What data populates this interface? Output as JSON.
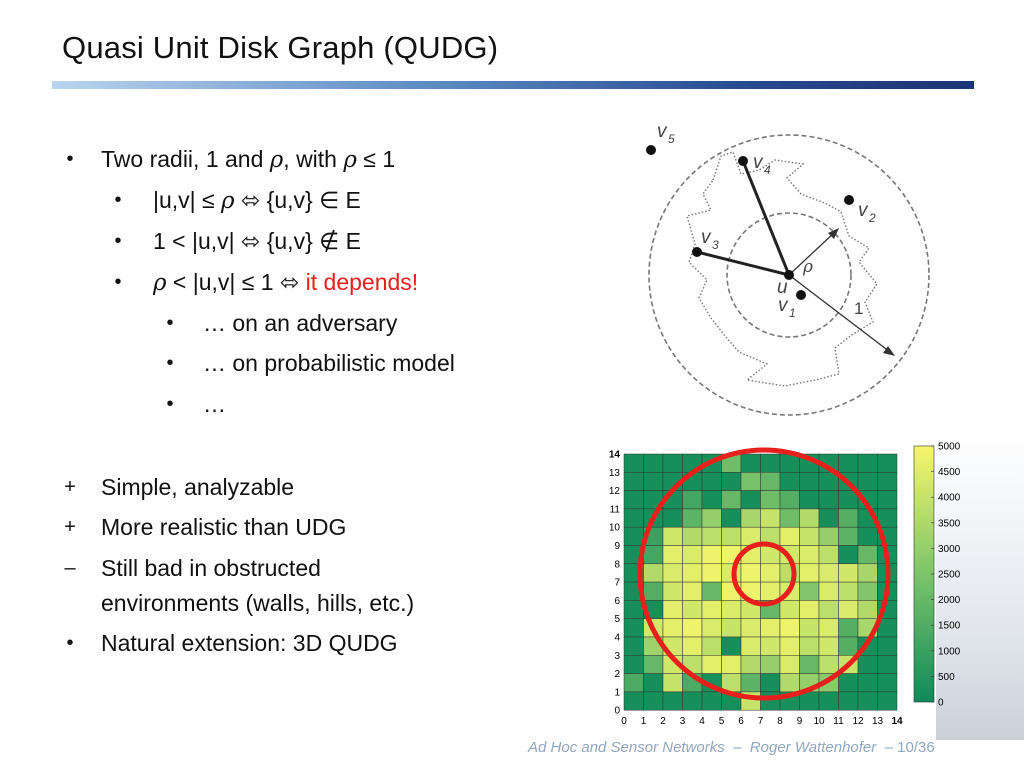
{
  "slide": {
    "title": "Quasi Unit Disk Graph (QUDG)",
    "bullets": {
      "b1": {
        "marker": "•",
        "pre": "Two radii, 1 and ",
        "rho": "ρ",
        "mid": ", with ",
        "rho2": "ρ",
        "leq": " ≤ ",
        "post": "1"
      },
      "b1a": {
        "marker": "•",
        "pre": "|u,v| ",
        "leq": "≤",
        "sp": " ",
        "rho": "ρ",
        "arrow": " ⬄ ",
        "post1": "{u,v} ",
        "in": "∈",
        "post2": " E"
      },
      "b1b": {
        "marker": "•",
        "pre": "1 < |u,v| ",
        "arrow": "⬄",
        "post1": " {u,v} ",
        "notin": "∉",
        "post2": " E"
      },
      "b1c": {
        "marker": "•",
        "rho": "ρ",
        "pre": " < |u,v| ",
        "leq": "≤",
        "post": " 1 ",
        "arrow": "⬄",
        "depends": " it depends!"
      },
      "b1c1": {
        "marker": "•",
        "text": "… on an adversary"
      },
      "b1c2": {
        "marker": "•",
        "text": "… on probabilistic model"
      },
      "b1c3": {
        "marker": "•",
        "text": "…"
      },
      "p1": {
        "marker": "+",
        "text": "Simple, analyzable"
      },
      "p2": {
        "marker": "+",
        "text": "More realistic than UDG"
      },
      "m1": {
        "marker": "–",
        "text": "Still bad in obstructed",
        "text2": "environments (walls, hills, etc.)"
      },
      "b2": {
        "marker": "•",
        "text": "Natural extension: 3D QUDG"
      }
    },
    "footer": {
      "course": "Ad Hoc and Sensor Networks",
      "sep1": "–",
      "author": "Roger Wattenhofer",
      "sep2": "–",
      "page": "10/36"
    }
  },
  "diagram": {
    "nodes": {
      "v5": "v",
      "v5sub": "5",
      "v4": "v",
      "v4sub": "4",
      "v2": "v",
      "v2sub": "2",
      "v3": "v",
      "v3sub": "3",
      "u": "u",
      "v1": "v",
      "v1sub": "1",
      "rho": "ρ",
      "one": "1"
    }
  },
  "chart_data": {
    "type": "heatmap",
    "x_ticks": [
      "0",
      "1",
      "2",
      "3",
      "4",
      "5",
      "6",
      "7",
      "8",
      "9",
      "10",
      "11",
      "12",
      "13",
      "14"
    ],
    "y_ticks": [
      "0",
      "1",
      "2",
      "3",
      "4",
      "5",
      "6",
      "7",
      "8",
      "9",
      "10",
      "11",
      "12",
      "13",
      "14"
    ],
    "colorbar_ticks": [
      "0",
      "500",
      "1000",
      "1500",
      "2000",
      "2500",
      "3000",
      "3500",
      "4000",
      "4500",
      "5000"
    ],
    "zlim": [
      0,
      5000
    ],
    "color_low": "#0e8a5a",
    "color_high": "#f7f76a",
    "circle_color": "#e8201d",
    "grid_rows_top_to_bottom": [
      [
        200,
        200,
        200,
        200,
        200,
        2200,
        200,
        200,
        200,
        200,
        200,
        200,
        200,
        200
      ],
      [
        200,
        200,
        200,
        200,
        200,
        200,
        2400,
        2000,
        200,
        200,
        200,
        200,
        200,
        200
      ],
      [
        200,
        200,
        200,
        1200,
        200,
        2000,
        200,
        2200,
        1600,
        200,
        200,
        200,
        200,
        200
      ],
      [
        200,
        200,
        200,
        1800,
        3000,
        200,
        3400,
        4000,
        2200,
        3600,
        200,
        1600,
        200,
        200
      ],
      [
        200,
        1000,
        4200,
        3600,
        3800,
        3800,
        4400,
        3800,
        4600,
        4000,
        3000,
        1800,
        200,
        200
      ],
      [
        200,
        1200,
        4600,
        4400,
        4800,
        4800,
        4600,
        4200,
        4200,
        4400,
        3800,
        200,
        2000,
        200
      ],
      [
        200,
        3600,
        4400,
        4600,
        4800,
        4400,
        4800,
        4600,
        3800,
        4600,
        4400,
        4200,
        3400,
        200
      ],
      [
        200,
        1600,
        4200,
        4600,
        2000,
        4800,
        4800,
        4600,
        4400,
        2600,
        4400,
        3800,
        2600,
        200
      ],
      [
        200,
        200,
        4600,
        4200,
        4600,
        4400,
        4200,
        2000,
        4200,
        4600,
        3800,
        4400,
        3600,
        200
      ],
      [
        200,
        4200,
        4600,
        4800,
        4400,
        4000,
        4400,
        4600,
        4800,
        4000,
        4400,
        1600,
        3400,
        200
      ],
      [
        200,
        3200,
        4200,
        4600,
        3800,
        200,
        4400,
        4200,
        4600,
        3800,
        4200,
        1600,
        200,
        200
      ],
      [
        200,
        2000,
        4200,
        3800,
        4600,
        4600,
        3600,
        3000,
        4400,
        2000,
        3800,
        4000,
        200,
        200
      ],
      [
        1400,
        200,
        4000,
        1400,
        200,
        3800,
        1800,
        200,
        3600,
        3000,
        2800,
        200,
        200,
        200
      ],
      [
        200,
        200,
        200,
        200,
        200,
        200,
        4000,
        200,
        200,
        200,
        200,
        200,
        200,
        200
      ]
    ]
  }
}
